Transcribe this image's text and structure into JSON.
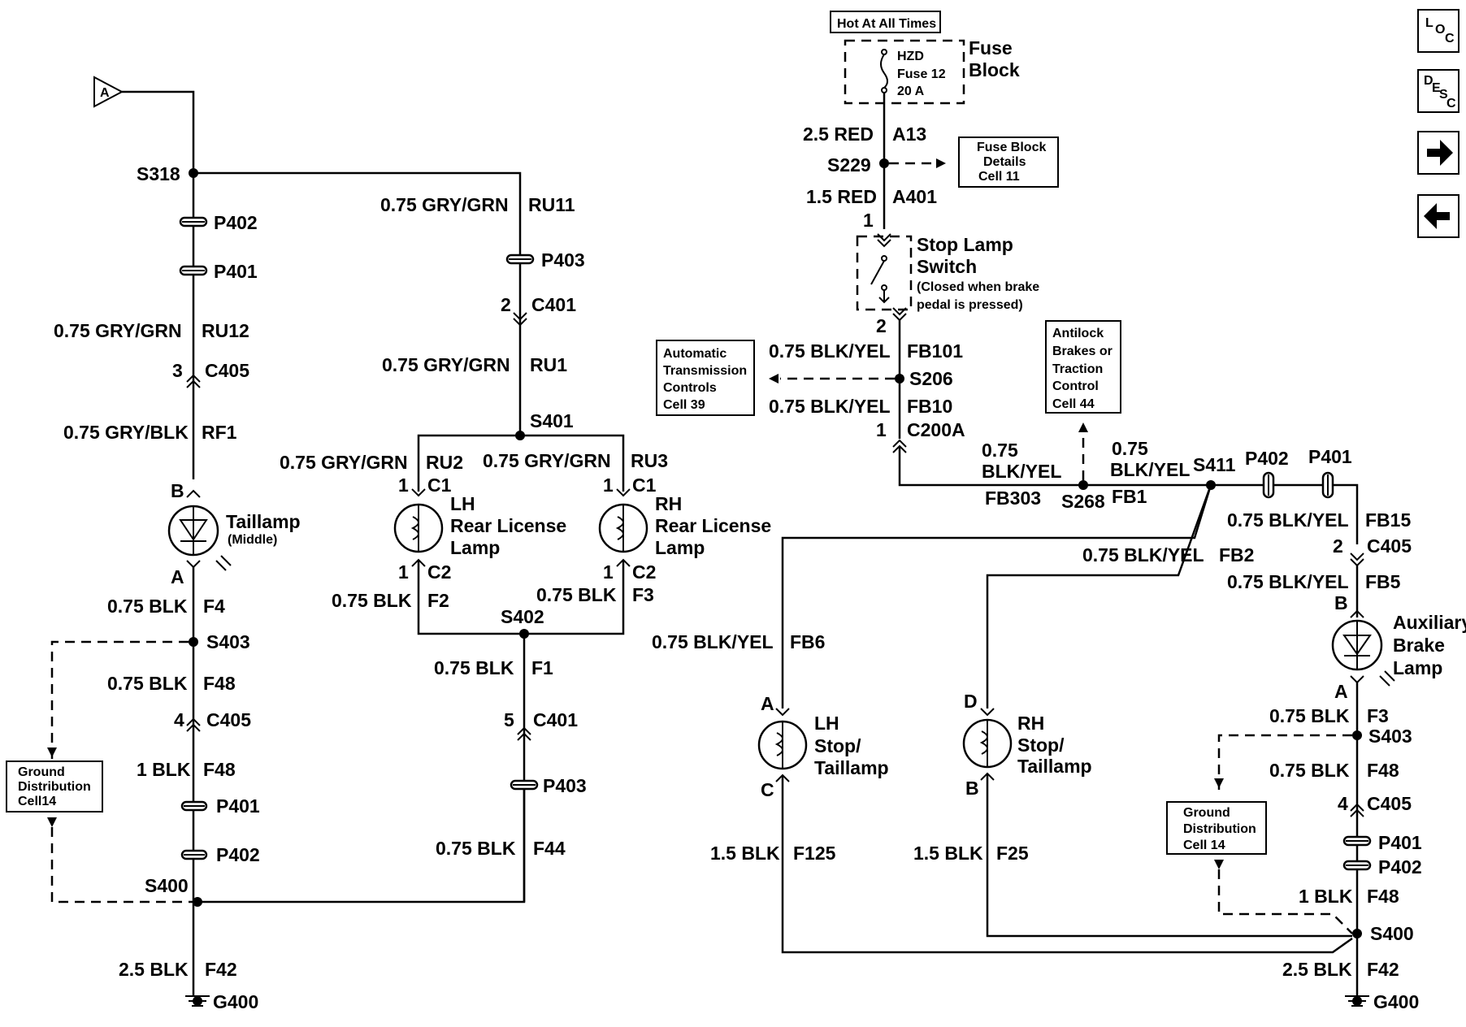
{
  "nav": {
    "loc": {
      "l": "L",
      "o": "O",
      "c": "C"
    },
    "desc": {
      "d": "D",
      "e": "E",
      "s": "S",
      "c": "C"
    }
  },
  "power": {
    "hot": "Hot At All Times",
    "fuse_name": "HZD",
    "fuse_num": "Fuse 12",
    "fuse_amp": "20 A",
    "block_1": "Fuse",
    "block_2": "Block",
    "w1_gauge": "2.5 RED",
    "w1_circ": "A13",
    "s229": "S229",
    "w2_gauge": "1.5 RED",
    "w2_circ": "A401",
    "pin1": "1",
    "pin2": "2",
    "switch_1": "Stop Lamp",
    "switch_2": "Switch",
    "switch_n1": "(Closed when brake",
    "switch_n2": "pedal is pressed)"
  },
  "boxes": {
    "fuse_details": [
      "Fuse Block",
      "Details",
      "Cell 11"
    ],
    "auto_trans": [
      "Automatic",
      "Transmission",
      "Controls",
      "Cell 39"
    ],
    "antilock": [
      "Antilock",
      "Brakes or",
      "Traction",
      "Control",
      "Cell 44"
    ],
    "ground_left": [
      "Ground",
      "Distribution",
      "Cell14"
    ],
    "ground_right": [
      "Ground",
      "Distribution",
      "Cell 14"
    ]
  },
  "left": {
    "tri": "A",
    "s318": "S318",
    "p402a": "P402",
    "p401a": "P401",
    "w_ru12_g": "0.75 GRY/GRN",
    "w_ru12_c": "RU12",
    "c405_pin": "3",
    "c405": "C405",
    "w_rf1_g": "0.75 GRY/BLK",
    "w_rf1_c": "RF1",
    "pin_b": "B",
    "tail_1": "Taillamp",
    "tail_2": "(Middle)",
    "pin_a": "A",
    "w_f4_g": "0.75 BLK",
    "w_f4_c": "F4",
    "s403": "S403",
    "w_f48_g": "0.75 BLK",
    "w_f48_c": "F48",
    "c405b_pin": "4",
    "c405b": "C405",
    "w_f48b_g": "1 BLK",
    "w_f48b_c": "F48",
    "p401b": "P401",
    "p402b": "P402",
    "s400": "S400",
    "w_f42_g": "2.5 BLK",
    "w_f42_c": "F42",
    "g400": "G400"
  },
  "mid": {
    "w_ru11_g": "0.75 GRY/GRN",
    "w_ru11_c": "RU11",
    "p403a": "P403",
    "c401_pin": "2",
    "c401": "C401",
    "w_ru1_g": "0.75 GRY/GRN",
    "w_ru1_c": "RU1",
    "s401": "S401",
    "w_ru2_g": "0.75 GRY/GRN",
    "w_ru2_c": "RU2",
    "w_ru3_g": "0.75 GRY/GRN",
    "w_ru3_c": "RU3",
    "lh_pin1": "1",
    "lh_c1": "C1",
    "rh_pin1": "1",
    "rh_c1": "C1",
    "lh_1": "LH",
    "lh_2": "Rear License",
    "lh_3": "Lamp",
    "rh_1": "RH",
    "rh_2": "Rear License",
    "rh_3": "Lamp",
    "lh_pin2": "1",
    "lh_c2": "C2",
    "rh_pin2": "1",
    "rh_c2": "C2",
    "w_f2_g": "0.75 BLK",
    "w_f2_c": "F2",
    "w_f3_g": "0.75 BLK",
    "w_f3_c": "F3",
    "s402": "S402",
    "w_f1_g": "0.75 BLK",
    "w_f1_c": "F1",
    "c401b_pin": "5",
    "c401b": "C401",
    "p403b": "P403",
    "w_f44_g": "0.75 BLK",
    "w_f44_c": "F44"
  },
  "right": {
    "w_fb101_g": "0.75 BLK/YEL",
    "w_fb101_c": "FB101",
    "s206": "S206",
    "w_fb10_g": "0.75 BLK/YEL",
    "w_fb10_c": "FB10",
    "c200a_pin": "1",
    "c200a": "C200A",
    "w_fb303_g1": "0.75",
    "w_fb303_g2": "BLK/YEL",
    "w_fb303_c": "FB303",
    "s268": "S268",
    "w_fb1_g1": "0.75",
    "w_fb1_g2": "BLK/YEL",
    "w_fb1_c": "FB1",
    "s411": "S411",
    "p402": "P402",
    "p401": "P401",
    "w_fb15_g": "0.75 BLK/YEL",
    "w_fb15_c": "FB15",
    "c405_pin": "2",
    "c405": "C405",
    "w_fb2_g": "0.75 BLK/YEL",
    "w_fb2_c": "FB2",
    "w_fb5_g": "0.75 BLK/YEL",
    "w_fb5_c": "FB5",
    "w_fb6_g": "0.75 BLK/YEL",
    "w_fb6_c": "FB6",
    "pin_b": "B",
    "aux_1": "Auxiliary",
    "aux_2": "Brake",
    "aux_3": "Lamp",
    "pin_a": "A",
    "lh_a": "A",
    "lh_1": "LH",
    "lh_2": "Stop/",
    "lh_3": "Taillamp",
    "lh_c": "C",
    "rh_d": "D",
    "rh_1": "RH",
    "rh_2": "Stop/",
    "rh_3": "Taillamp",
    "rh_b": "B",
    "w_f3_g": "0.75 BLK",
    "w_f3_c": "F3",
    "s403": "S403",
    "w_f48_g": "0.75 BLK",
    "w_f48_c": "F48",
    "c405b_pin": "4",
    "c405b": "C405",
    "p401b": "P401",
    "p402b": "P402",
    "w_f48b_g": "1 BLK",
    "w_f48b_c": "F48",
    "w_f125_g": "1.5 BLK",
    "w_f125_c": "F125",
    "w_f25_g": "1.5 BLK",
    "w_f25_c": "F25",
    "s400": "S400",
    "w_f42_g": "2.5 BLK",
    "w_f42_c": "F42",
    "g400": "G400"
  }
}
